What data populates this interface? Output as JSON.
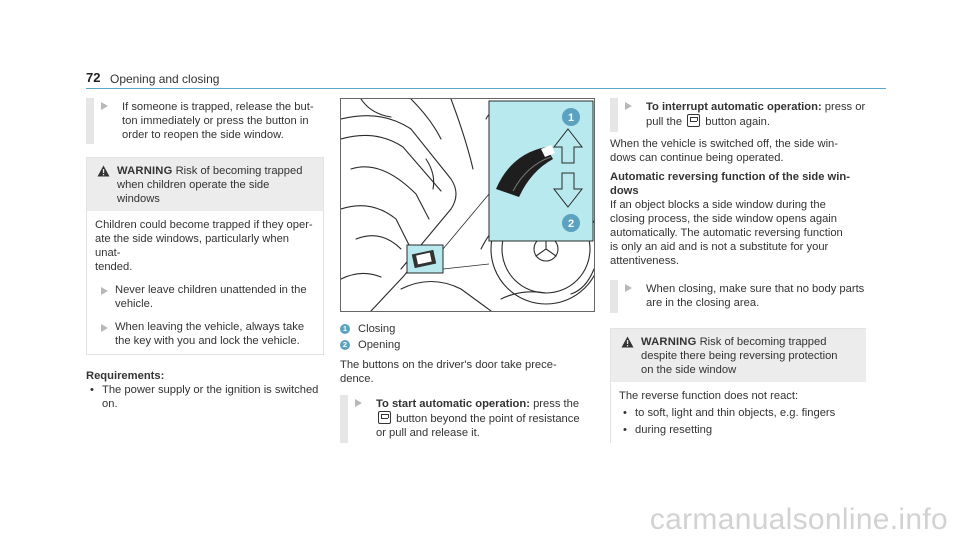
{
  "header": {
    "page_number": "72",
    "section_title": "Opening and closing"
  },
  "left_column": {
    "step_top": "If someone is trapped, release the but-ton immediately or press the button in order to reopen the side window.",
    "step_top_lines": [
      "If someone is trapped, release the but-",
      "ton immediately or press the button in",
      "order to reopen the side window."
    ],
    "warning": {
      "label": "WARNING",
      "title_lines": [
        "Risk of becoming trapped",
        "when children operate the side windows"
      ],
      "body_lines": [
        "Children could become trapped if they oper-",
        "ate the side windows, particularly when unat-",
        "tended."
      ],
      "steps": [
        {
          "lines": [
            "Never leave children unattended in the",
            "vehicle."
          ]
        },
        {
          "lines": [
            "When leaving the vehicle, always take",
            "the key with you and lock the vehicle."
          ]
        }
      ]
    },
    "requirements_heading": "Requirements:",
    "requirements": [
      {
        "lines": [
          "The power supply or the ignition is switched",
          "on."
        ]
      }
    ]
  },
  "middle_column": {
    "figure": {
      "callout_1": "1",
      "callout_2": "2"
    },
    "legend": [
      {
        "number": "1",
        "label": "Closing"
      },
      {
        "number": "2",
        "label": "Opening"
      }
    ],
    "description_lines": [
      "The buttons on the driver's door take prece-",
      "dence."
    ],
    "start_step": {
      "heading": "To start automatic operation:",
      "text_after_heading": "press the",
      "line2_after_icon": "button beyond the point of resistance",
      "line3": "or pull and release it."
    }
  },
  "right_column": {
    "interrupt_step": {
      "heading": "To interrupt automatic operation:",
      "text_after_heading": "press or",
      "line2_before_icon": "pull the",
      "line2_after_icon": "button again."
    },
    "after_off_lines": [
      "When the vehicle is switched off, the side win-",
      "dows can continue being operated."
    ],
    "reversing_heading_lines": [
      "Automatic reversing function of the side win-",
      "dows"
    ],
    "reversing_body_lines": [
      "If an object blocks a side window during the",
      "closing process, the side window opens again",
      "automatically. The automatic reversing function",
      "is only an aid and is not a substitute for your",
      "attentiveness."
    ],
    "closing_step_lines": [
      "When closing, make sure that no body parts",
      "are in the closing area."
    ],
    "warning": {
      "label": "WARNING",
      "title_lines": [
        "Risk of becoming trapped",
        "despite there being reversing protection",
        "on the side window"
      ],
      "body_line": "The reverse function does not react:",
      "bullets": [
        "to soft, light and thin objects, e.g. fingers",
        "during resetting"
      ]
    }
  },
  "watermark": "carmanualsonline.info",
  "colors": {
    "accent": "#5aa2bf",
    "highlight": "#b7e9ef",
    "header_rule": "#59a8c6",
    "warning_bg": "#ececec"
  }
}
